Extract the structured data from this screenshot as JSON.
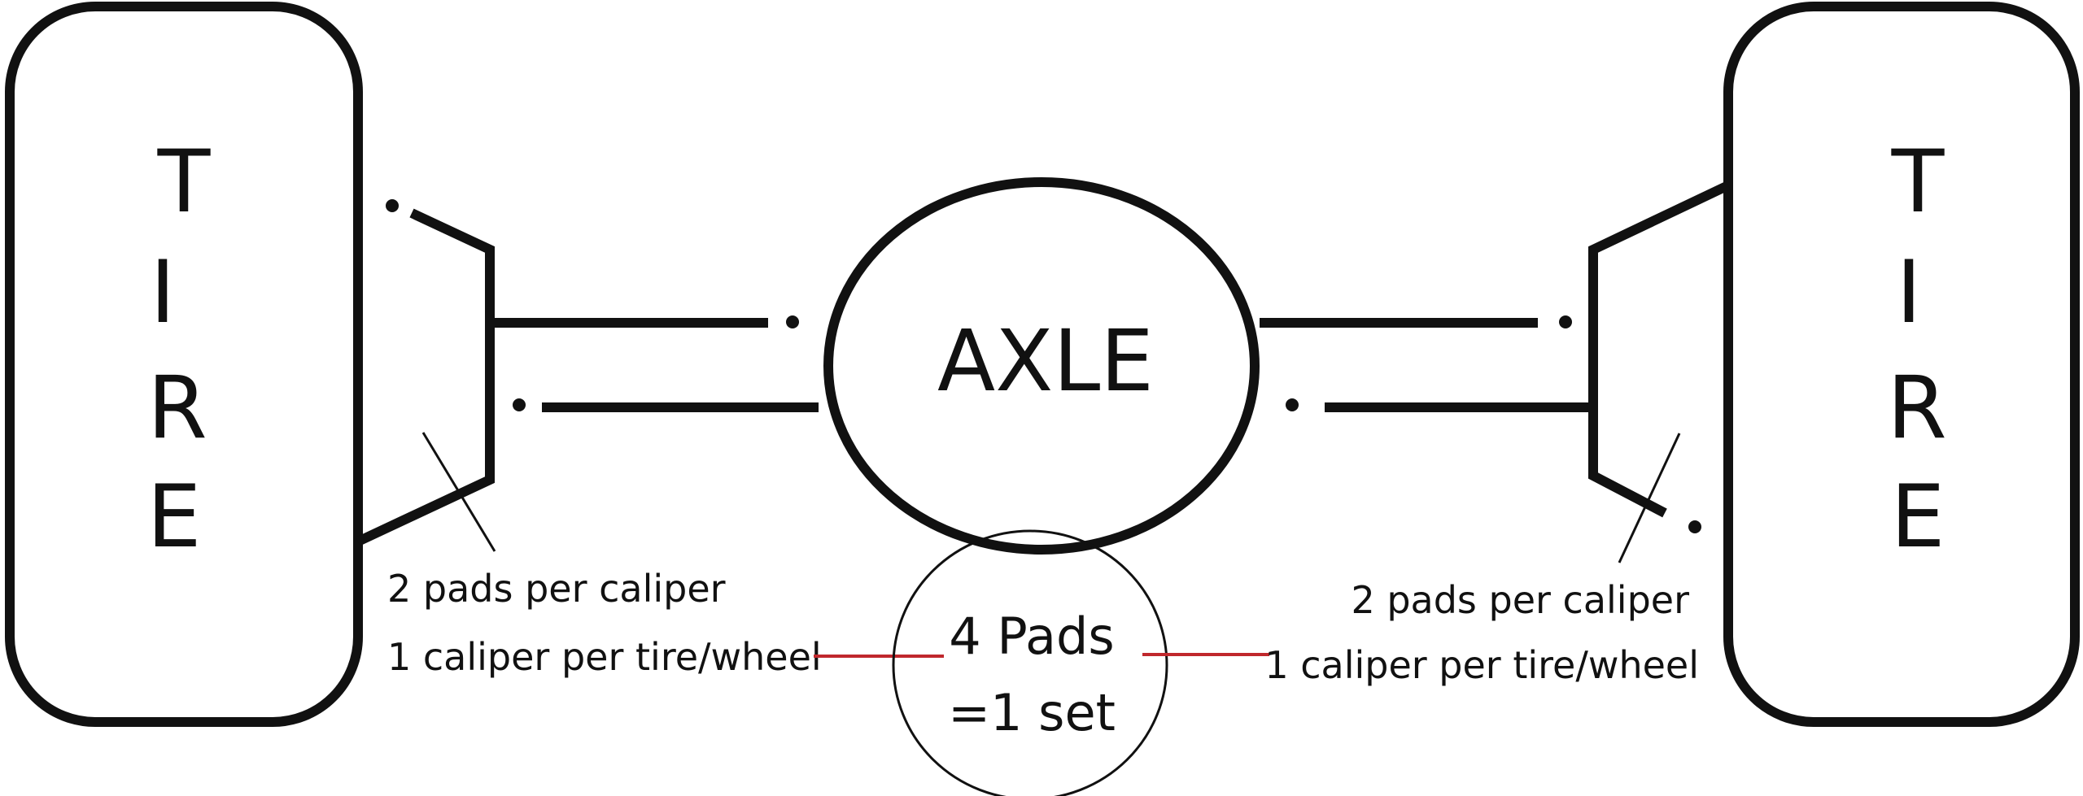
{
  "colors": {
    "line": "#111111",
    "connector": "#c0282d",
    "background": "#ffffff"
  },
  "left_tire": {
    "letters": [
      "T",
      "I",
      "R",
      "E"
    ]
  },
  "right_tire": {
    "letters": [
      "T",
      "I",
      "R",
      "E"
    ]
  },
  "axle": {
    "label": "AXLE"
  },
  "left_note": {
    "line1": "2 pads per caliper",
    "line2": "1 caliper per tire/wheel"
  },
  "right_note": {
    "line1": "2 pads per caliper",
    "line2": "1 caliper per tire/wheel"
  },
  "pads_set": {
    "line1": "4 Pads",
    "line2": "=1 set"
  }
}
